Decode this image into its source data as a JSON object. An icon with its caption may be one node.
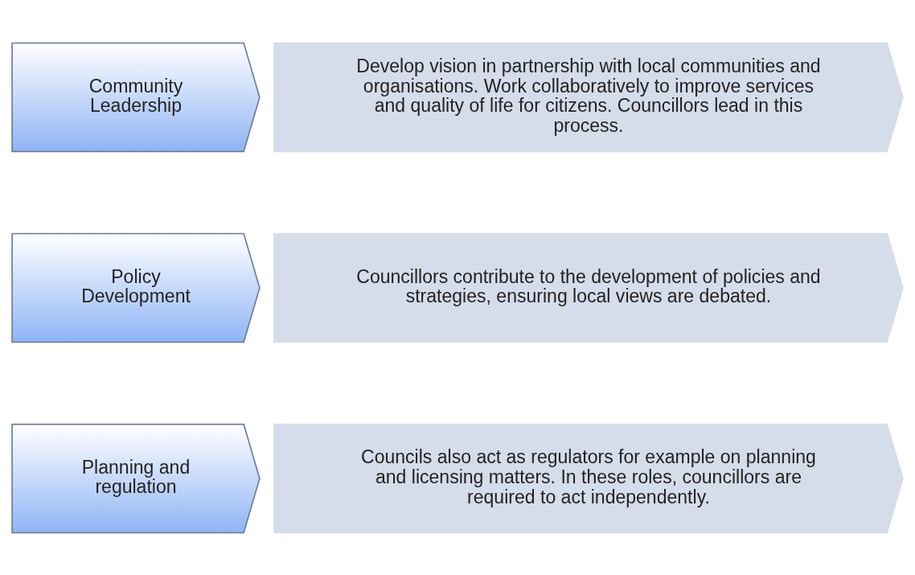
{
  "diagram": {
    "nodes": [
      {
        "text": [
          "Community Leadership"
        ]
      },
      {
        "text": [
          "Develop vision in partnership with local communities and organisations. Work collaboratively to improve services and quality of life for citizens. Councillors lead in this process."
        ]
      },
      {
        "text": [
          "Policy Development"
        ]
      },
      {
        "text": [
          "Councillors contribute to the development of policies and strategies, ensuring local views are debated."
        ]
      },
      {
        "text": [
          "Planning and regulation"
        ]
      },
      {
        "text": [
          "Councils also act as regulators for example on planning and licensing matters. In these roles, councillors are required to act independently."
        ]
      }
    ],
    "edges": []
  }
}
